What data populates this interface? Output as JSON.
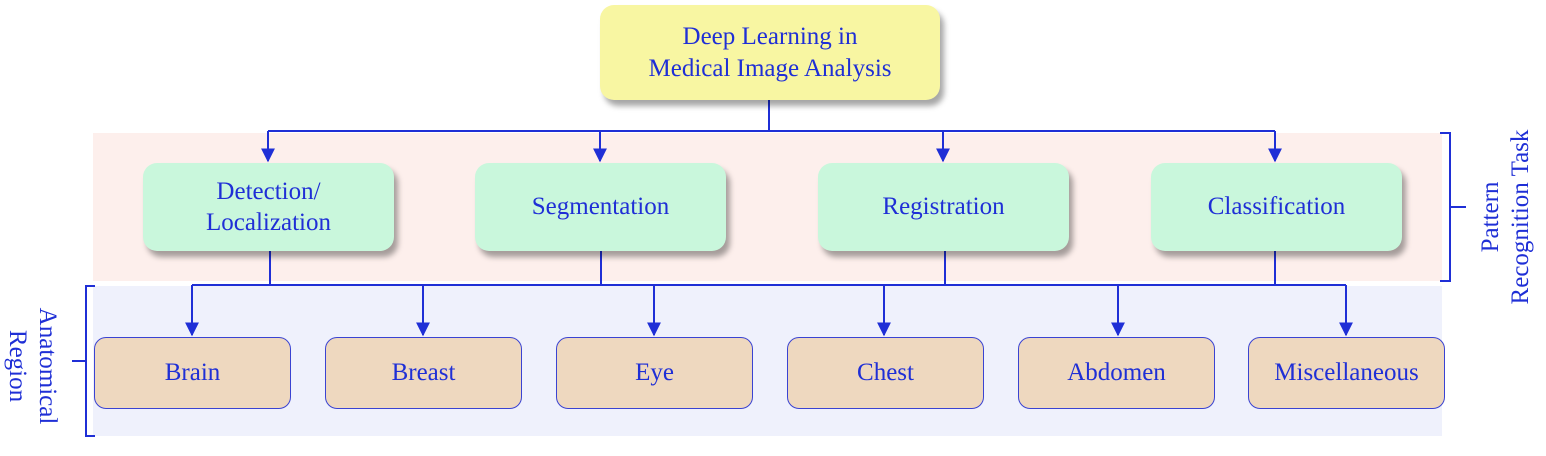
{
  "root": {
    "label": "Deep Learning in\nMedical Image Analysis"
  },
  "pattern_recognition_tasks": {
    "label": "Pattern\nRecognition Task",
    "items": [
      {
        "label": "Detection/\nLocalization"
      },
      {
        "label": "Segmentation"
      },
      {
        "label": "Registration"
      },
      {
        "label": "Classification"
      }
    ]
  },
  "anatomical_regions": {
    "label": "Anatomical\nRegion",
    "items": [
      {
        "label": "Brain"
      },
      {
        "label": "Breast"
      },
      {
        "label": "Eye"
      },
      {
        "label": "Chest"
      },
      {
        "label": "Abdomen"
      },
      {
        "label": "Miscellaneous"
      }
    ]
  },
  "colors": {
    "line": "#1f2fd6",
    "root_fill": "#f8f6a2",
    "task_fill": "#c9f7dc",
    "region_fill": "#eed8bf",
    "task_band": "#fdefec",
    "region_band": "#eff1fc"
  }
}
